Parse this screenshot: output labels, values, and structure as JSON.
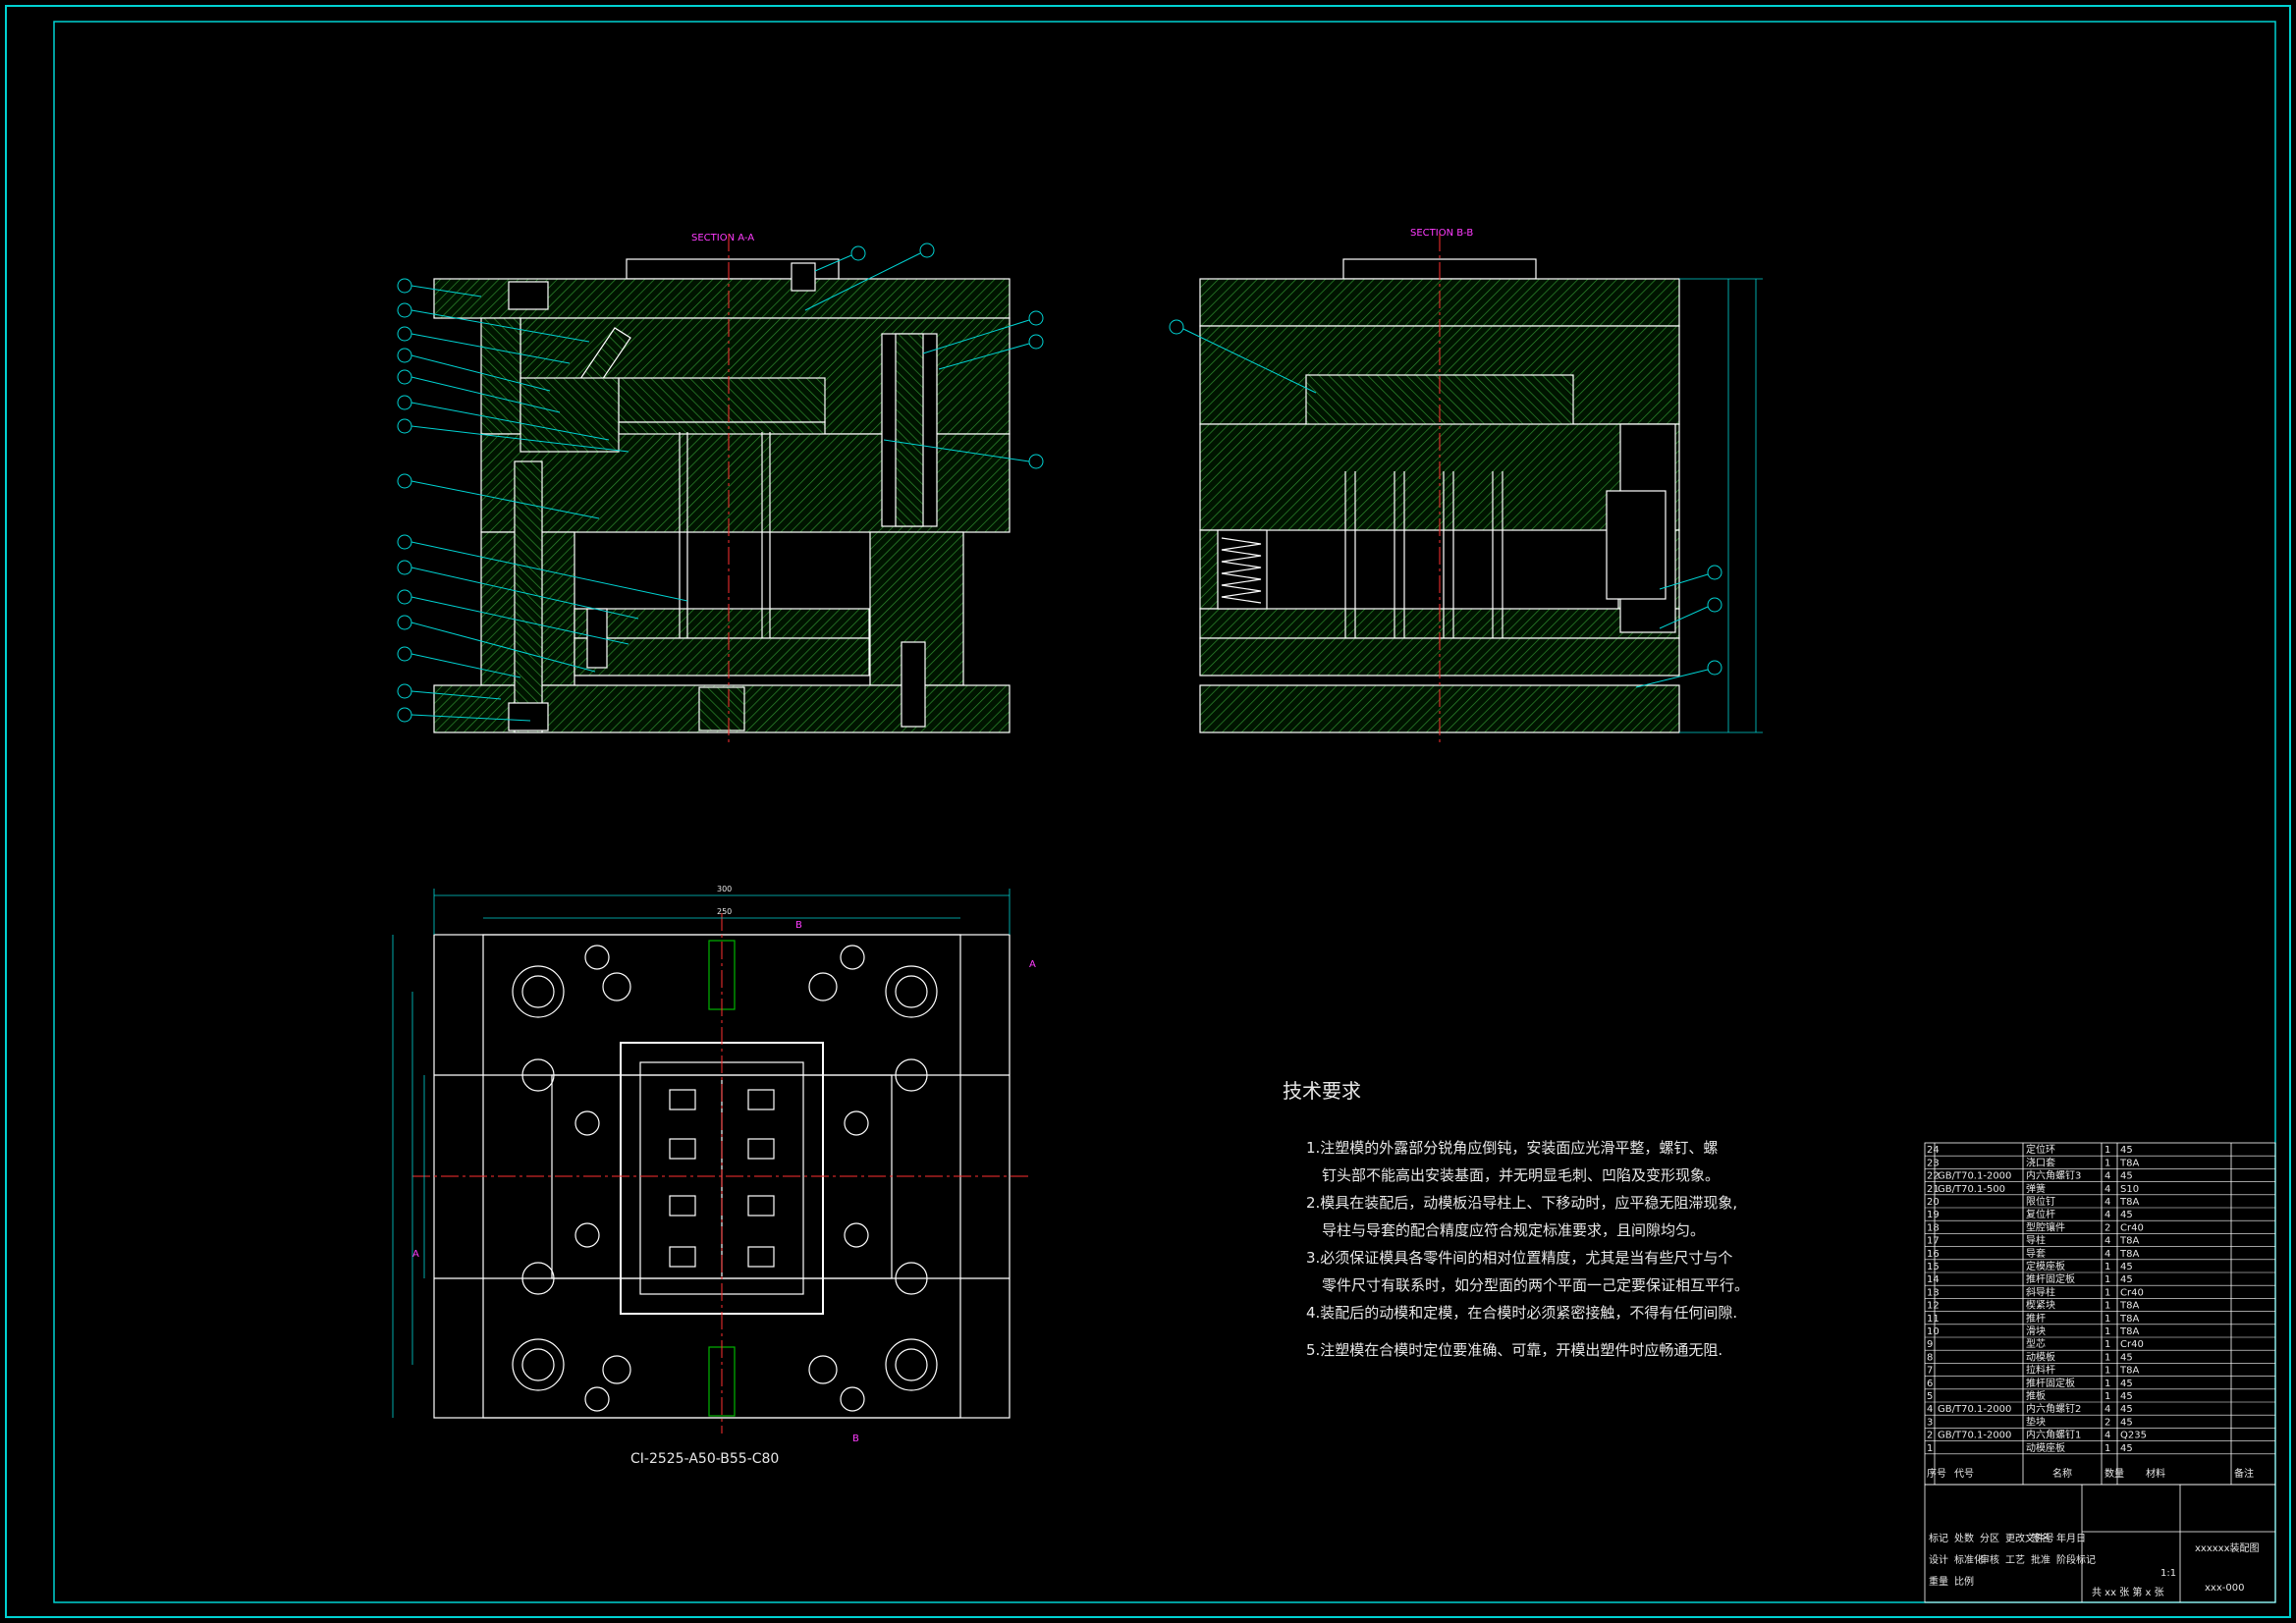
{
  "sections": {
    "a_title": "SECTION A-A",
    "b_title": "SECTION B-B"
  },
  "plan_view": {
    "caption": "CI-2525-A50-B55-C80",
    "dims": {
      "overall": "300",
      "inner": "250"
    },
    "section_marks": [
      "A",
      "A",
      "B",
      "B"
    ]
  },
  "tech_requirements": {
    "title": "技术要求",
    "lines": [
      "1.注塑模的外露部分锐角应倒钝，安装面应光滑平整，螺钉、螺",
      "钉头部不能高出安装基面，并无明显毛刺、凹陷及变形现象。",
      "2.模具在装配后，动模板沿导柱上、下移动时，应平稳无阻滞现象,",
      "导柱与导套的配合精度应符合规定标准要求，且间隙均匀。",
      "3.必须保证模具各零件间的相对位置精度，尤其是当有些尺寸与个",
      "零件尺寸有联系时，如分型面的两个平面一己定要保证相互平行。",
      "4.装配后的动模和定模，在合模时必须紧密接触，不得有任何间隙.",
      "5.注塑模在合模时定位要准确、可靠，开模出塑件时应畅通无阻."
    ]
  },
  "bom": [
    {
      "no": "24",
      "std": "",
      "name": "定位环",
      "qty": "1",
      "mat": "45",
      "note": ""
    },
    {
      "no": "23",
      "std": "",
      "name": "浇口套",
      "qty": "1",
      "mat": "T8A",
      "note": ""
    },
    {
      "no": "22",
      "std": "GB/T70.1-2000",
      "name": "内六角螺钉3",
      "qty": "4",
      "mat": "45",
      "note": ""
    },
    {
      "no": "21",
      "std": "GB/T70.1-500",
      "name": "弹簧",
      "qty": "4",
      "mat": "S10",
      "note": ""
    },
    {
      "no": "20",
      "std": "",
      "name": "限位钉",
      "qty": "4",
      "mat": "T8A",
      "note": ""
    },
    {
      "no": "19",
      "std": "",
      "name": "复位杆",
      "qty": "4",
      "mat": "45",
      "note": ""
    },
    {
      "no": "18",
      "std": "",
      "name": "型腔镶件",
      "qty": "2",
      "mat": "Cr40",
      "note": ""
    },
    {
      "no": "17",
      "std": "",
      "name": "导柱",
      "qty": "4",
      "mat": "T8A",
      "note": ""
    },
    {
      "no": "16",
      "std": "",
      "name": "导套",
      "qty": "4",
      "mat": "T8A",
      "note": ""
    },
    {
      "no": "15",
      "std": "",
      "name": "定模座板",
      "qty": "1",
      "mat": "45",
      "note": ""
    },
    {
      "no": "14",
      "std": "",
      "name": "推杆固定板",
      "qty": "1",
      "mat": "45",
      "note": ""
    },
    {
      "no": "13",
      "std": "",
      "name": "斜导柱",
      "qty": "1",
      "mat": "Cr40",
      "note": ""
    },
    {
      "no": "12",
      "std": "",
      "name": "楔紧块",
      "qty": "1",
      "mat": "T8A",
      "note": ""
    },
    {
      "no": "11",
      "std": "",
      "name": "推杆",
      "qty": "1",
      "mat": "T8A",
      "note": ""
    },
    {
      "no": "10",
      "std": "",
      "name": "滑块",
      "qty": "1",
      "mat": "T8A",
      "note": ""
    },
    {
      "no": "9",
      "std": "",
      "name": "型芯",
      "qty": "1",
      "mat": "Cr40",
      "note": ""
    },
    {
      "no": "8",
      "std": "",
      "name": "动模板",
      "qty": "1",
      "mat": "45",
      "note": ""
    },
    {
      "no": "7",
      "std": "",
      "name": "拉料杆",
      "qty": "1",
      "mat": "T8A",
      "note": ""
    },
    {
      "no": "6",
      "std": "",
      "name": "推杆固定板",
      "qty": "1",
      "mat": "45",
      "note": ""
    },
    {
      "no": "5",
      "std": "",
      "name": "推板",
      "qty": "1",
      "mat": "45",
      "note": ""
    },
    {
      "no": "4",
      "std": "GB/T70.1-2000",
      "name": "内六角螺钉2",
      "qty": "4",
      "mat": "45",
      "note": ""
    },
    {
      "no": "3",
      "std": "",
      "name": "垫块",
      "qty": "2",
      "mat": "45",
      "note": ""
    },
    {
      "no": "2",
      "std": "GB/T70.1-2000",
      "name": "内六角螺钉1",
      "qty": "4",
      "mat": "Q235",
      "note": ""
    },
    {
      "no": "1",
      "std": "",
      "name": "动模座板",
      "qty": "1",
      "mat": "45",
      "note": ""
    }
  ],
  "title_block": {
    "header": [
      "序号",
      "代号",
      "名称",
      "数量",
      "材料",
      "备注"
    ],
    "drawing_name": "xxxxxx装配图",
    "drawing_no": "xxx-000",
    "sheet": "共 xx 张  第 x 张",
    "scale": "1:1",
    "roles": [
      "标记",
      "处数",
      "分区",
      "更改文件号",
      "签名",
      "年月日",
      "设计",
      "标准化",
      "审核",
      "工艺",
      "批准",
      "阶段标记",
      "重量",
      "比例"
    ]
  },
  "colors": {
    "background": "#000000",
    "outline": "#ffffff",
    "hatch": "#1f7a1f",
    "frame": "#00d2d2",
    "center_line": "#ff3030",
    "label": "#ff3cff",
    "balloon": "#00d2d2"
  }
}
